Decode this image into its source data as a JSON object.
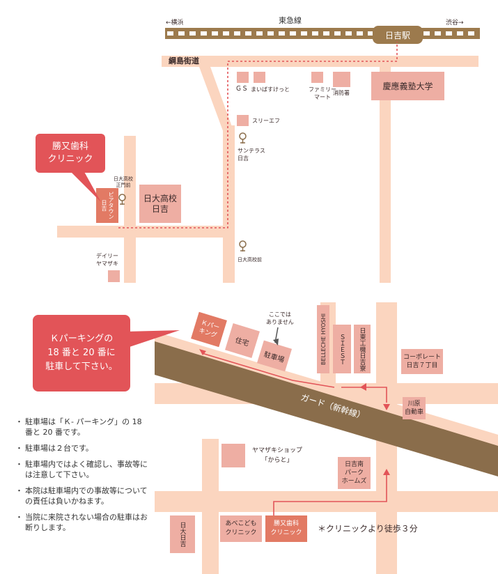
{
  "map1": {
    "rail_name": "東急線",
    "to_left": "←横浜",
    "to_right": "渋谷→",
    "station": "日吉駅",
    "road_name": "綱島街道",
    "buildings": {
      "gs": "ＧＳ",
      "mybasket": "まいばすけっと",
      "familymart": "ファミリー\nマート",
      "fire": "消防署",
      "keio": "慶應義塾大学",
      "threef": "スリーエフ",
      "nichidai": "日大高校\n日吉",
      "piatown": "ピアタウン",
      "hiyoshi_small": "日吉",
      "daily": "デイリー\nヤマザキ"
    },
    "bus_stops": [
      {
        "label": "サンテラス\n日吉"
      },
      {
        "label": "日大高校\n正門前"
      },
      {
        "label": "日大高校前"
      }
    ],
    "callout": "勝又歯科\nクリニック"
  },
  "map2": {
    "callout": "Ｋパーキングの\n18 番と 20 番に\n駐車して下さい。",
    "kparking": "Ｋパー\nキング",
    "jutaku": "住宅",
    "chushajo": "駐車場",
    "not_here": "ここでは\nありません",
    "belleche": "BELLECHE HYOSHI",
    "siest": "ＳＩＥＳＴ",
    "nittoko": "日東工機日吉寮",
    "corporate": "コーポレート\n日吉７丁目",
    "kawahara": "川原\n自動車",
    "guard": "ガード（新幹線）",
    "yamazaki_shop": "ヤマザキショップ\n「からと」",
    "park_homes": "日吉南\nパーク\nホームズ",
    "nichidai_hiyoshi": "日大日吉",
    "abe": "あべこども\nクリニック",
    "clinic": "勝又歯科\nクリニック",
    "walk": "＊クリニックより徒歩３分"
  },
  "notes": [
    "駐車場は「Ｋ- パーキング」の 18 番と 20 番です。",
    "駐車場は２台です。",
    "駐車場内ではよく確認し、事故等には注意して下さい。",
    "本院は駐車場内での事故等についての責任は負いかねます。",
    "当院に来院されない場合の駐車はお断りします。"
  ],
  "notes_bullet": "・",
  "colors": {
    "road": "#fbd5bf",
    "building": "#eeaea3",
    "accent": "#e25458",
    "rail": "#9c7a4d",
    "guard": "#8a6d4b"
  }
}
